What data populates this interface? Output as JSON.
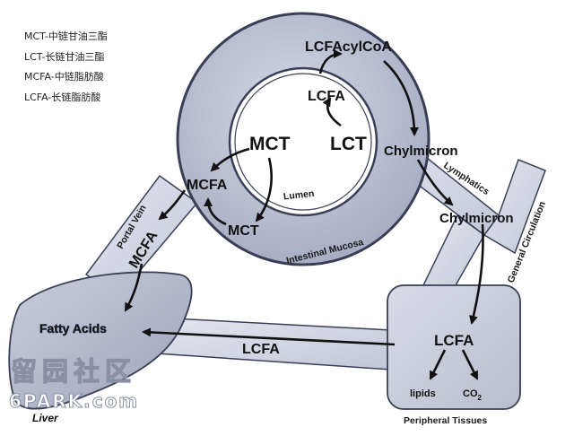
{
  "legend": [
    "MCT-中链甘油三酯",
    "LCT-长链甘油三酯",
    "MCFA-中链脂肪酸",
    "LCFA-长链脂肪酸"
  ],
  "labels": {
    "lcfa_acylcoa": "LCFAcylCoA",
    "lcfa_lumen": "LCFA",
    "lct": "LCT",
    "mct": "MCT",
    "mcfa_mucosa": "MCFA",
    "mct_lower": "MCT",
    "lumen": "Lumen",
    "intestinal_mucosa": "Intestinal Mucosa",
    "chylmicron_1": "Chylmicron",
    "lymphatics": "Lymphatics",
    "chylmicron_2": "Chylmicron",
    "general_circulation": "General Circulation",
    "portal_vein": "Portal Vein",
    "mcfa_portal": "MCFA",
    "fatty_acids": "Fatty Acids",
    "liver": "Liver",
    "lcfa_peripheral": "LCFA",
    "lcfa_return": "LCFA",
    "lipids": "lipids",
    "co2": "CO",
    "co2_sub": "2",
    "peripheral_tissues": "Peripheral Tissues"
  },
  "watermark": {
    "chinese": "留园社区",
    "latin": "6PARK.com"
  }
}
